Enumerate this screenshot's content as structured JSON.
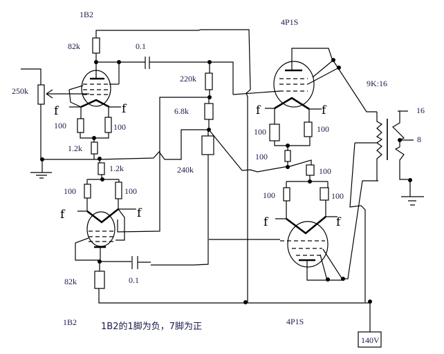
{
  "title": "1B2 + 4P1S push-pull amplifier schematic",
  "tubes": {
    "driver_top": "1B2",
    "driver_bottom": "1B2",
    "output_top": "4P1S",
    "output_bottom": "4P1S"
  },
  "components": {
    "r_plate_top": "82k",
    "cap_top": "0.1",
    "pot_volume": "250k",
    "r_220k": "220k",
    "r_6k8": "6.8k",
    "r_240k": "240k",
    "r_fil_top_left": "100",
    "r_fil_top_right": "100",
    "r_cathode_top": "1.2k",
    "r_cathode_bottom": "1.2k",
    "r_fil_bot_left": "100",
    "r_fil_bot_right": "100",
    "r_plate_bottom": "82k",
    "cap_bottom": "0.1",
    "r_out_top_left": "100",
    "r_out_top_right": "100",
    "r_out_mid": "100",
    "r_out_mid2": "100",
    "r_out_bot_left": "100",
    "r_out_bot_right": "100"
  },
  "filament_label": "f",
  "transformer": {
    "ratio": "9K:16",
    "tap_16": "16",
    "tap_8": "8"
  },
  "supply": "140V",
  "note": "1B2的1脚为负，7脚为正"
}
